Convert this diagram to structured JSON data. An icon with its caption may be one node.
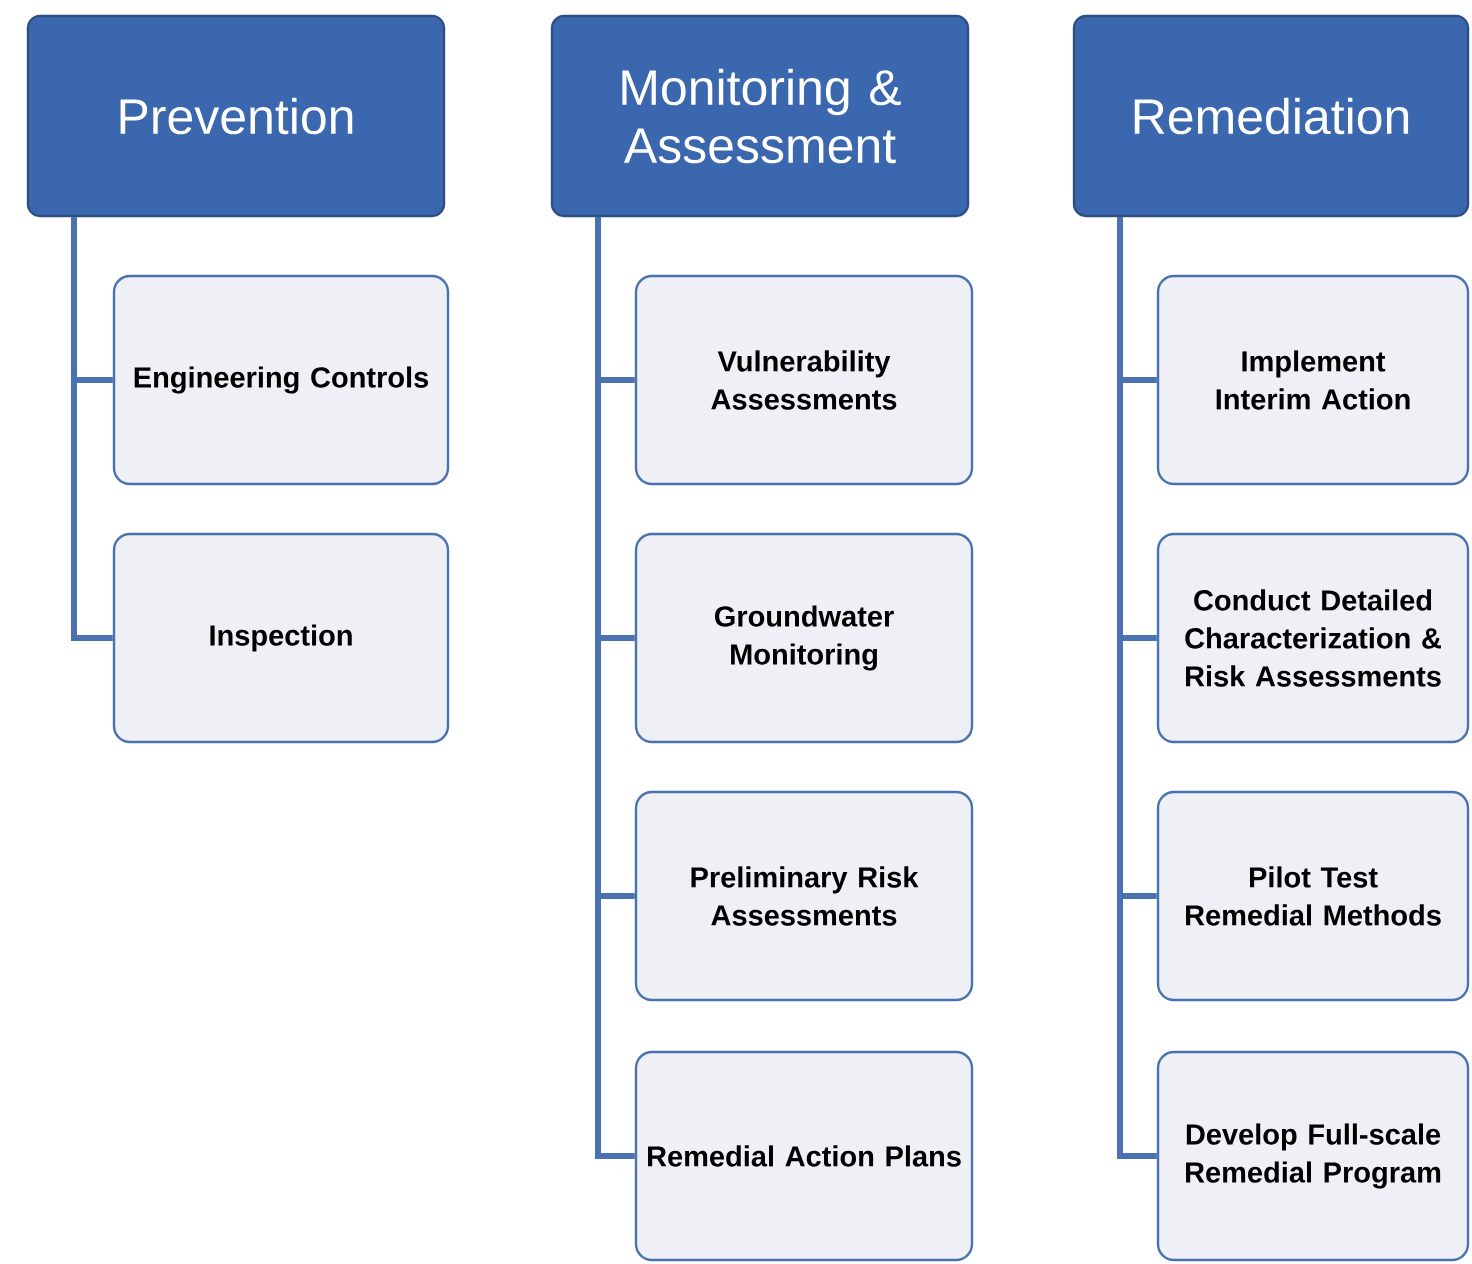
{
  "diagram": {
    "nodes": [
      {
        "text": [
          "Prevention"
        ]
      },
      {
        "text": [
          "Engineering Controls"
        ]
      },
      {
        "text": [
          "Inspection"
        ]
      },
      {
        "text": [
          "Monitoring & Assessment"
        ]
      },
      {
        "text": [
          "Vulnerability Assessments"
        ]
      },
      {
        "text": [
          "Groundwater Monitoring"
        ]
      },
      {
        "text": [
          "Preliminary Risk Assessments"
        ]
      },
      {
        "text": [
          "Remedial Action Plans"
        ]
      },
      {
        "text": [
          "Remediation"
        ]
      },
      {
        "text": [
          "Implement Interim Action"
        ]
      },
      {
        "text": [
          "Conduct Detailed Characterization & Risk Assessments"
        ]
      },
      {
        "text": [
          "Pilot Test Remedial Methods"
        ]
      },
      {
        "text": [
          "Develop Full-scale Remedial Program"
        ]
      }
    ],
    "edges": [
      {
        "from": 0,
        "to": 1,
        "arrow": "none"
      },
      {
        "from": 0,
        "to": 2,
        "arrow": "none"
      },
      {
        "from": 3,
        "to": 4,
        "arrow": "none"
      },
      {
        "from": 3,
        "to": 5,
        "arrow": "none"
      },
      {
        "from": 3,
        "to": 6,
        "arrow": "none"
      },
      {
        "from": 3,
        "to": 7,
        "arrow": "none"
      },
      {
        "from": 8,
        "to": 9,
        "arrow": "none"
      },
      {
        "from": 8,
        "to": 10,
        "arrow": "none"
      },
      {
        "from": 8,
        "to": 11,
        "arrow": "none"
      },
      {
        "from": 8,
        "to": 12,
        "arrow": "none"
      }
    ]
  }
}
